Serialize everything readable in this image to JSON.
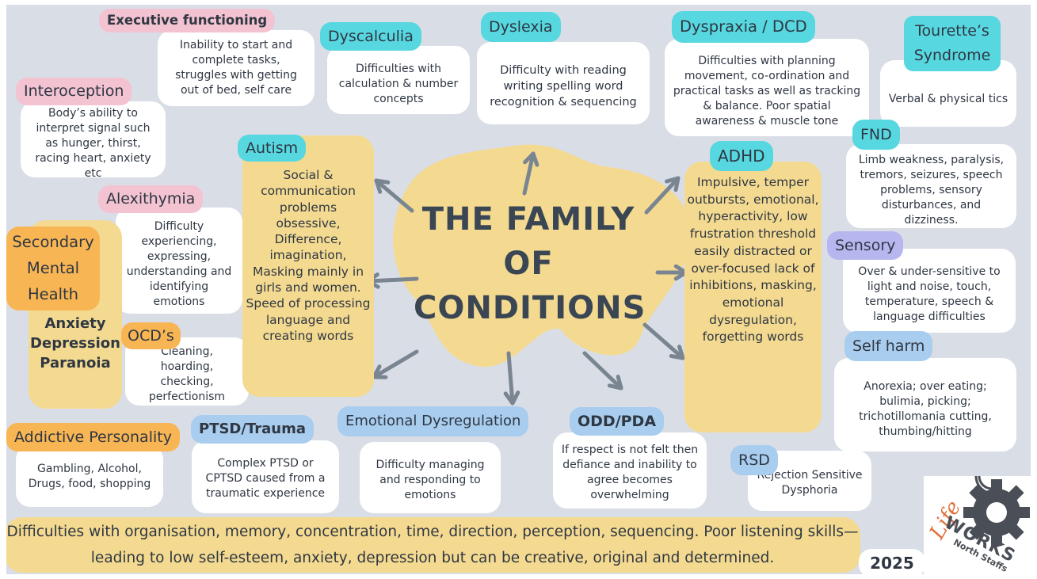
{
  "title": "THE FAMILY OF CONDITIONS",
  "year": "2025",
  "logo": {
    "word1": "Life",
    "word2": "WORKS",
    "sub": "North Staffs"
  },
  "banner": "Difficulties with organisation, memory, concentration, time, direction, perception, sequencing. Poor listening skills—leading to low self-esteem, anxiety, depression but can be creative, original and determined.",
  "colors": {
    "pink": "#f3c3d1",
    "cyan": "#57d8e0",
    "blue": "#a9cdee",
    "lavender": "#b7b6ee",
    "orange": "#f8b553",
    "yellow": "#f4da90",
    "arrow": "#7a8592"
  },
  "conditions": {
    "executive": {
      "label": "Executive functioning",
      "text": "Inability to start and complete tasks, struggles with getting out of bed, self care"
    },
    "interoception": {
      "label": "Interoception",
      "text": "Body’s ability to interpret signal such as hunger, thirst, racing heart, anxiety etc"
    },
    "alexithymia": {
      "label": "Alexithymia",
      "text": "Difficulty experiencing, expressing, understanding and identifying emotions"
    },
    "secondary": {
      "label": "Secondary Mental Health",
      "text": "Anxiety Depression Paranoia"
    },
    "ocd": {
      "label": "OCD’s",
      "text": "Cleaning, hoarding, checking, perfectionism"
    },
    "addictive": {
      "label": "Addictive Personality",
      "text": "Gambling, Alcohol, Drugs, food, shopping"
    },
    "ptsd": {
      "label": "PTSD/Trauma",
      "text": "Complex PTSD or CPTSD caused from a traumatic experience"
    },
    "emotional": {
      "label": "Emotional Dysregulation",
      "text": "Difficulty managing and responding to emotions"
    },
    "autism": {
      "label": "Autism",
      "text": "Social & communication problems obsessive, Difference, imagination, Masking mainly in girls and women. Speed of processing language and creating words"
    },
    "dyscalculia": {
      "label": "Dyscalculia",
      "text": "Difficulties with calculation & number concepts"
    },
    "dyslexia": {
      "label": "Dyslexia",
      "text": "Difficulty with reading writing spelling word recognition & sequencing"
    },
    "dyspraxia": {
      "label": "Dyspraxia / DCD",
      "text": "Difficulties with planning movement, co-ordination and practical tasks as well as tracking & balance. Poor spatial awareness & muscle tone"
    },
    "tourettes": {
      "label": "Tourette’s Syndrome",
      "text": "Verbal & physical tics"
    },
    "fnd": {
      "label": "FND",
      "text": "Limb weakness, paralysis, tremors, seizures, speech problems, sensory disturbances, and dizziness."
    },
    "adhd": {
      "label": "ADHD",
      "text": "Impulsive, temper outbursts, emotional, hyperactivity, low frustration threshold easily distracted or over-focused lack of inhibitions, masking, emotional dysregulation, forgetting words"
    },
    "sensory": {
      "label": "Sensory",
      "text": "Over & under-sensitive to light and noise, touch, temperature, speech & language difficulties"
    },
    "selfharm": {
      "label": "Self harm",
      "text": "Anorexia; over eating; bulimia, picking; trichotillomania cutting, thumbing/hitting"
    },
    "odd": {
      "label": "ODD/PDA",
      "text": "If respect is not felt then defiance and inability to agree becomes overwhelming"
    },
    "rsd": {
      "label": "RSD",
      "text": "Rejection Sensitive Dysphoria"
    }
  }
}
